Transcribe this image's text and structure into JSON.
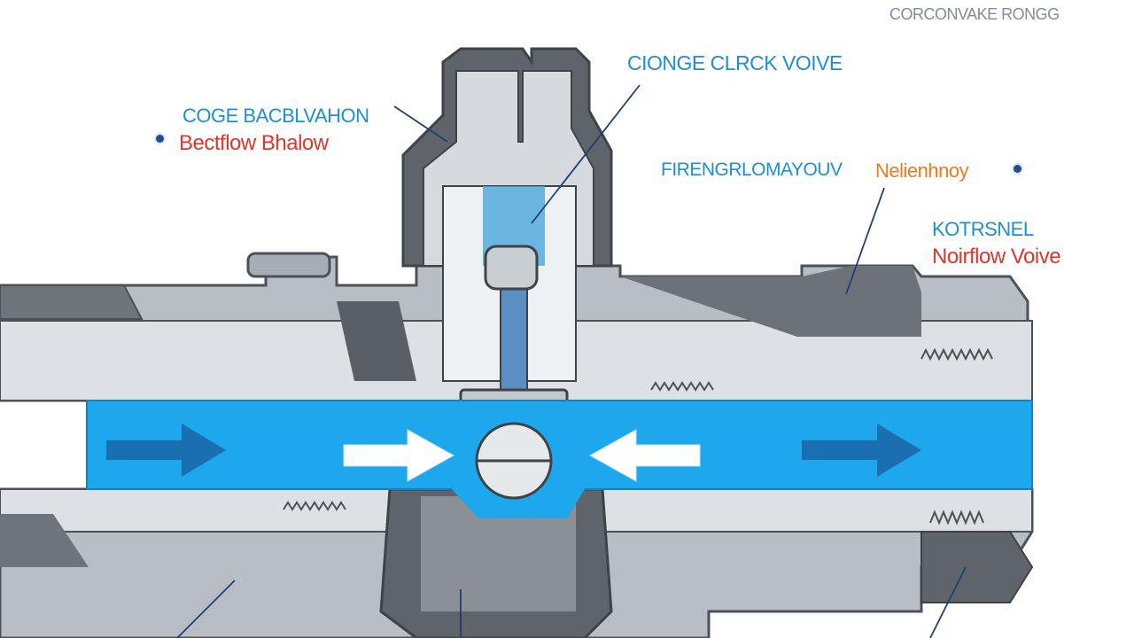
{
  "header": {
    "brand": "CORCONVAKE RONGG"
  },
  "labels": {
    "top_left_title": "COGE BACBLVAHON",
    "top_left_subtitle": "Bectflow Bhalow",
    "top_center_title": "CIONGE CLRCK VOIVE",
    "middle_right_title": "FIRENGRLOMAYOUV",
    "middle_right_highlight": "Nelienhnoy",
    "right_title": "KOTRSNEL",
    "right_subtitle": "Noirflow Voive"
  },
  "colors": {
    "flow_blue": "#1ea7ec",
    "body_grey": "#b9bec4",
    "dark_grey": "#5f646a",
    "label_blue": "#1e8fd6",
    "label_red": "#e2352b",
    "label_orange": "#f07a1e",
    "leader_navy": "#1f3f7a"
  },
  "icons": {
    "flow_arrows": [
      "arrow-right-icon",
      "arrow-right-icon",
      "arrow-left-icon",
      "arrow-right-icon"
    ],
    "marker": "dot-icon"
  }
}
